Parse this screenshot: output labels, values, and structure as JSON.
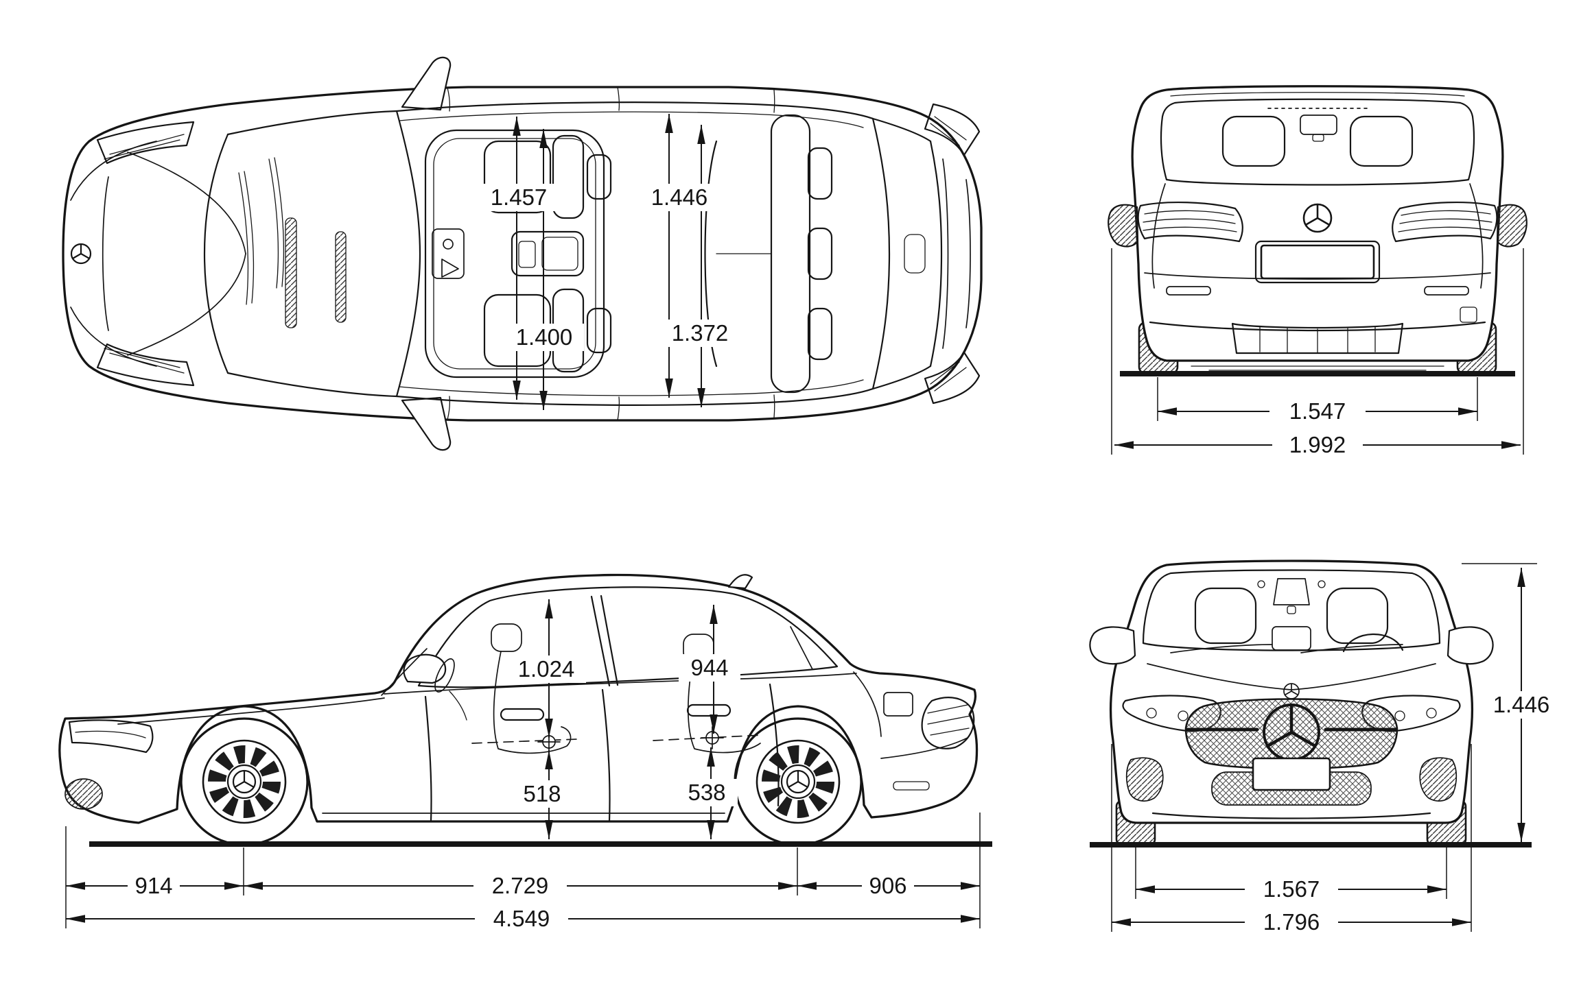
{
  "colors": {
    "line": "#151515",
    "background": "#ffffff"
  },
  "top_view": {
    "elbow_room_front": "1.457",
    "elbow_room_rear": "1.446",
    "shoulder_room_front": "1.400",
    "shoulder_room_rear": "1.372"
  },
  "rear_view": {
    "rear_track": "1.547",
    "overall_width_incl_mirrors": "1.992"
  },
  "side_view": {
    "headroom_front": "1.024",
    "headroom_rear": "944",
    "seat_height_front": "518",
    "seat_height_rear": "538",
    "front_overhang": "914",
    "wheelbase": "2.729",
    "rear_overhang": "906",
    "overall_length": "4.549"
  },
  "front_view": {
    "front_track": "1.567",
    "body_width": "1.796",
    "overall_height": "1.446"
  }
}
